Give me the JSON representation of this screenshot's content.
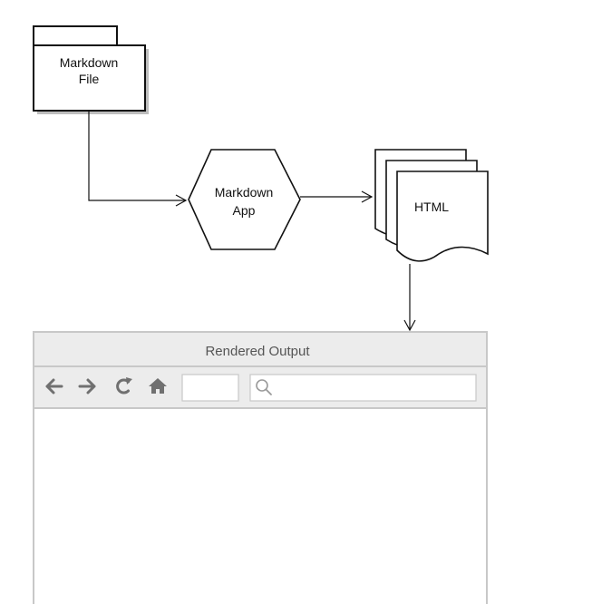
{
  "diagram": {
    "nodes": {
      "markdown_file": {
        "line1": "Markdown",
        "line2": "File"
      },
      "markdown_app": {
        "line1": "Markdown",
        "line2": "App"
      },
      "html_doc": {
        "label": "HTML"
      }
    },
    "browser": {
      "title": "Rendered Output",
      "address_value": "",
      "search_value": "",
      "icons": [
        "back-arrow-icon",
        "forward-arrow-icon",
        "reload-icon",
        "home-icon",
        "search-icon"
      ]
    },
    "colors": {
      "stroke": "#111111",
      "shadow": "#bdbdbd",
      "browser_border": "#c8c8c8",
      "browser_bar": "#ececec",
      "browser_icon": "#707070"
    }
  }
}
